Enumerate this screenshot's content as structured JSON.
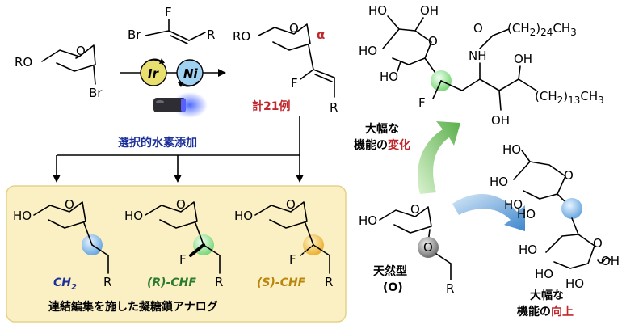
{
  "colors": {
    "alpha_red": "#c0282d",
    "blue_label": "#1d2f9a",
    "green_label": "#2c7a2c",
    "gold_label": "#b8860b",
    "panel_fill": "#fbf0c4",
    "panel_border": "#e4d28a",
    "sphere_blue": "#8fc0ec",
    "sphere_green": "#9fe39a",
    "sphere_orange": "#f5c24a",
    "sphere_gray": "#8c8c8c",
    "arrow_green": "#6cbf5c",
    "arrow_blue": "#4d8fd0"
  },
  "start": {
    "ro": "RO",
    "br": "Br"
  },
  "reagent": {
    "f": "F",
    "br": "Br",
    "r": "R"
  },
  "catalysts": {
    "ir": "Ir",
    "ni": "Ni"
  },
  "icons": {
    "light": "blue-led-icon"
  },
  "product": {
    "ro": "RO",
    "alpha": "α",
    "f": "F",
    "r": "R",
    "count": "計21例"
  },
  "hydrogenation_label": "選択的水素添加",
  "panel": {
    "items": [
      {
        "ho": "HO",
        "f": "",
        "r": "R",
        "label": "CH",
        "sub": "2"
      },
      {
        "ho": "HO",
        "f": "F",
        "r": "R",
        "label": "(R)-CHF",
        "sub": ""
      },
      {
        "ho": "HO",
        "f": "F",
        "r": "R",
        "label": "(S)-CHF",
        "sub": ""
      }
    ],
    "caption": "連結編集を施した擬糖鎖アナログ"
  },
  "top_right": {
    "ho": "HO",
    "f": "F",
    "nh": "NH",
    "o": "O",
    "oh": "OH",
    "chain1": "(CH",
    "chain1_sub": "2",
    "chain1_end": ")",
    "chain1_sub2": "24",
    "chain1_tail": "CH",
    "chain1_sub3": "3",
    "chain2": "(CH",
    "chain2_sub": "2",
    "chain2_end": ")",
    "chain2_sub2": "13",
    "chain2_tail": "CH",
    "chain2_sub3": "3"
  },
  "big_change": {
    "line1": "大幅な",
    "line2a": "機能の",
    "line2b": "変化"
  },
  "natural": {
    "ho": "HO",
    "o": "O",
    "r": "R",
    "label1": "天然型",
    "label2": "(O)"
  },
  "big_improve": {
    "line1": "大幅な",
    "line2a": "機能の",
    "line2b": "向上"
  },
  "disaccharide": {
    "ho": "HO",
    "oh": "OH"
  }
}
